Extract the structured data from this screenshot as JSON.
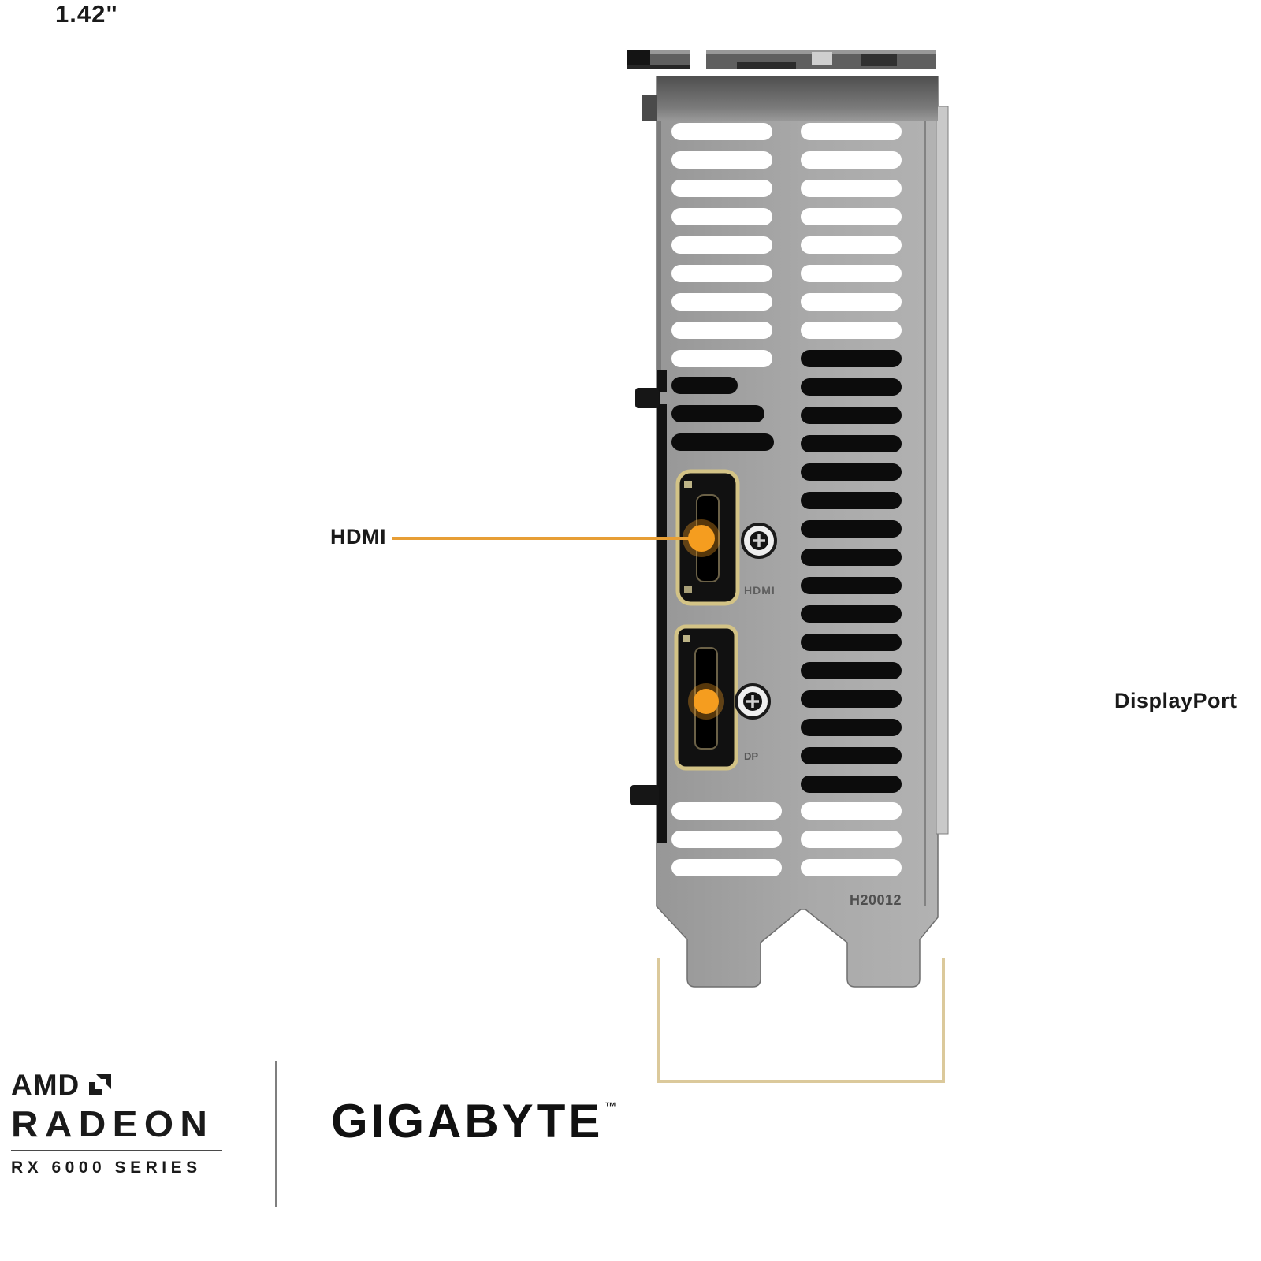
{
  "illustration": {
    "description": "Rear I/O bracket of a low-profile graphics card, viewed straight on",
    "stamps": {
      "hdmi_port_stamp": "HDMI",
      "dp_port_stamp": "DP",
      "bracket_stamp": "H20012"
    }
  },
  "callouts": {
    "hdmi_label": "HDMI",
    "displayport_label": "DisplayPort"
  },
  "dimension": {
    "width_label": "1.42\""
  },
  "branding": {
    "amd": "AMD",
    "radeon": "RADEON",
    "series": "RX 6000 SERIES",
    "gigabyte": "GIGABYTE",
    "trademark": "™"
  },
  "colors": {
    "accent_orange": "#F59D1F",
    "callout_line_orange": "#E79E35",
    "callout_line_fade": "#F3DCA9",
    "dimension_tan": "#DBC99B",
    "bracket_grey": "#A8A8A8",
    "port_bezel_gold": "#D3C386",
    "text_black": "#1A1A1A"
  }
}
